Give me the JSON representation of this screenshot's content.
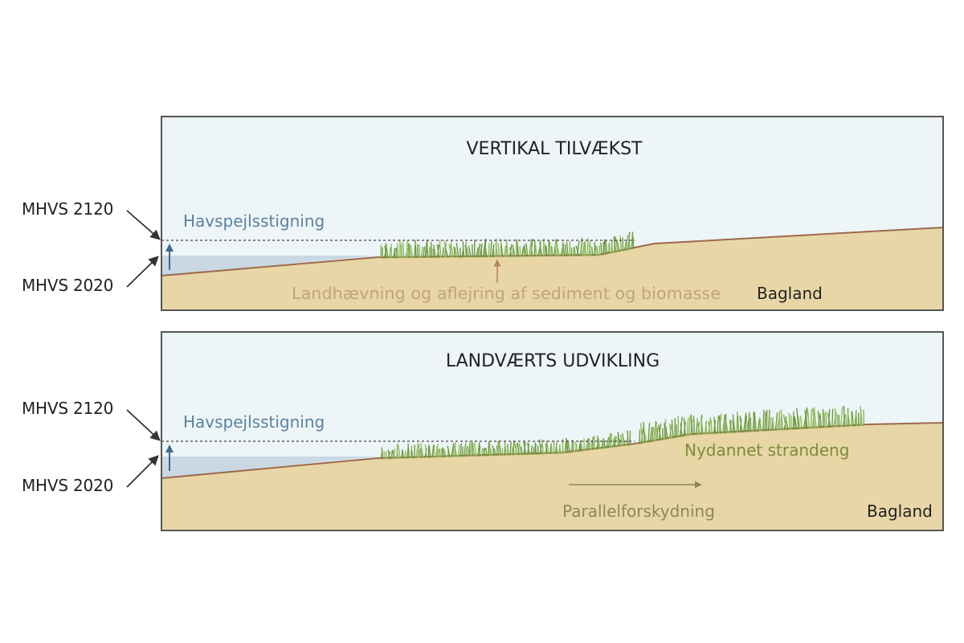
{
  "panels": [
    {
      "title": "VERTIKAL TILVÆKST",
      "sea_label": "Havspejlsstigning",
      "process_label": "Landhævning og aflejring af sediment og biomasse",
      "hinterland_label": "Bagland"
    },
    {
      "title": "LANDVÆRTS UDVIKLING",
      "sea_label": "Havspejlsstigning",
      "marsh_label": "Nydannet strandeng",
      "process_label": "Parallelforskydning",
      "hinterland_label": "Bagland"
    }
  ],
  "levels": {
    "future": "MHVS 2120",
    "present": "MHVS 2020"
  },
  "colors": {
    "sky": "#eef5f9",
    "water": "#c9d8e3",
    "sand": "#e8d6a6",
    "soil_line": "#9c6a4c",
    "grass": "#6f9a3a",
    "sea_text": "#5a82a0",
    "process_text": "#c4a27a",
    "marsh_text": "#7c8c3c",
    "frame": "#555555"
  }
}
